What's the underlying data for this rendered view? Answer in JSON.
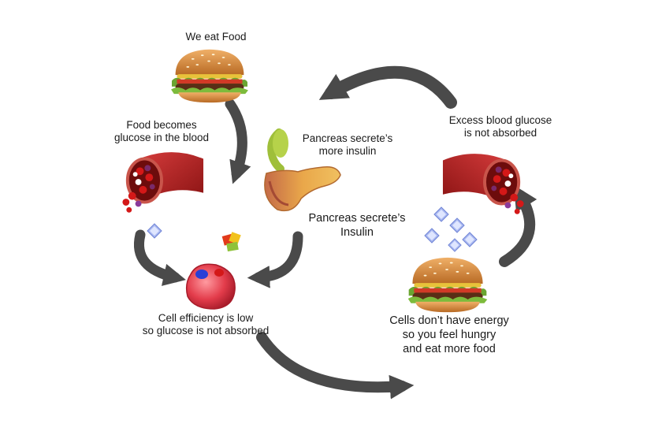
{
  "labels": {
    "we_eat_food": "We eat Food",
    "food_becomes_glucose": [
      "Food becomes",
      "glucose in the blood"
    ],
    "pancreas_more_insulin": [
      "Pancreas secrete’s",
      "more insulin"
    ],
    "pancreas_insulin": [
      "Pancreas secrete’s",
      "Insulin"
    ],
    "excess_glucose": [
      "Excess blood glucose",
      "is not absorbed"
    ],
    "cell_efficiency": [
      "Cell efficiency is low",
      "so glucose is not absorbed"
    ],
    "cells_no_energy": [
      "Cells don’t have energy",
      "so you feel hungry",
      "and eat more food"
    ]
  },
  "colors": {
    "arrow": "#4a4a4a",
    "vessel": "#b81f1f",
    "blood_cell": "#d41818",
    "bun": "#d98a3a",
    "lettuce": "#6aa531",
    "patty": "#5a2e16",
    "cell": "#e33c4b",
    "nucleus": "#2a3fd6",
    "pancreas": "#e9a74a",
    "gallbladder": "#9fbf3a",
    "glucose": "#a9b8f0"
  },
  "icons": [
    "burger-icon",
    "blood-vessel-icon",
    "pancreas-icon",
    "cell-icon",
    "glucose-crystal-icon",
    "insulin-block-icon",
    "cycle-arrow-icon"
  ]
}
